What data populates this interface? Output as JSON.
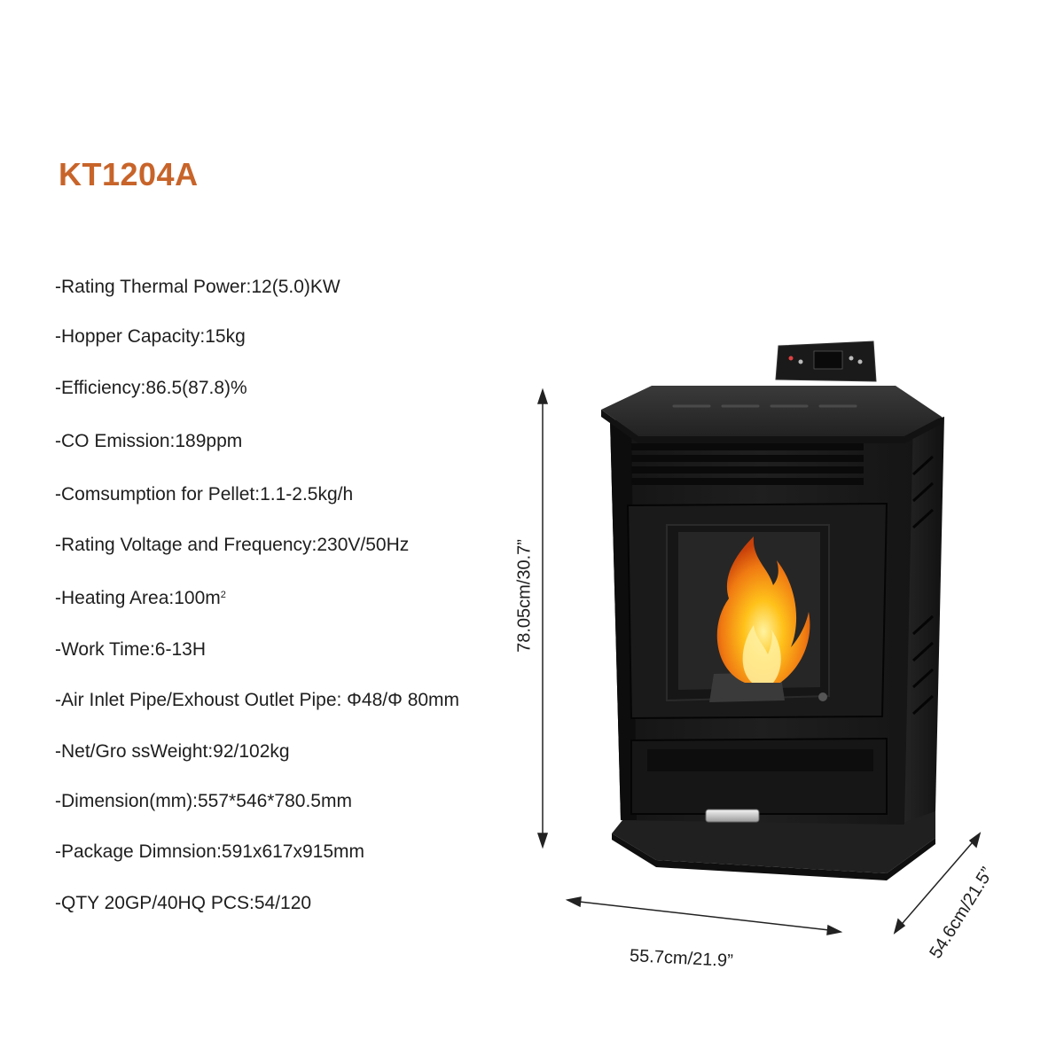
{
  "model": "KT1204A",
  "specs": [
    {
      "text": "-Rating Thermal Power:12(5.0)KW"
    },
    {
      "text": "-Hopper Capacity:15kg"
    },
    {
      "text": "-Efficiency:86.5(87.8)%"
    },
    {
      "text": "-CO Emission:189ppm"
    },
    {
      "text": "-Comsumption for Pellet:1.1-2.5kg/h"
    },
    {
      "text": "-Rating Voltage and Frequency:230V/50Hz"
    },
    {
      "text": "-Heating Area:100m",
      "sup": "2"
    },
    {
      "text": "-Work Time:6-13H"
    },
    {
      "text": "-Air Inlet Pipe/Exhoust Outlet Pipe: Φ48/Φ 80mm"
    },
    {
      "text": "-Net/Gro ssWeight:92/102kg"
    },
    {
      "text": "-Dimension(mm):557*546*780.5mm"
    },
    {
      "text": "-Package Dimnsion:591x617x915mm"
    },
    {
      "text": "-QTY 20GP/40HQ PCS:54/120"
    }
  ],
  "dimensions": {
    "height": "78.05cm/30.7”",
    "width": "55.7cm/21.9”",
    "depth": "54.6cm/21.5”"
  },
  "colors": {
    "title": "#c8642a",
    "stove_body": "#1c1c1c",
    "flame": "#f39a1c"
  }
}
